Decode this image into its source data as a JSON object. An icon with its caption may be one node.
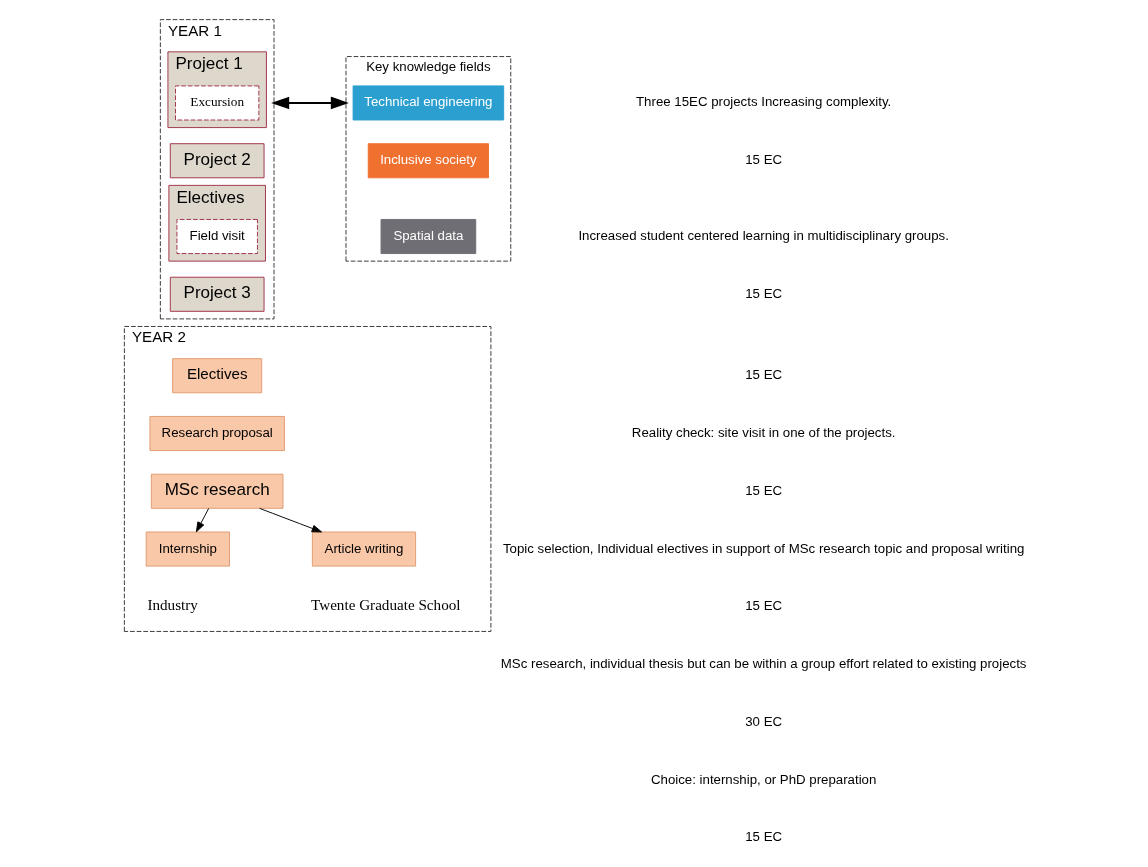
{
  "diagram": {
    "nodes": [
      {
        "text": [
          "YEAR 1"
        ]
      },
      {
        "text": [
          "Project 1"
        ],
        "in": 0
      },
      {
        "text": [
          "Excursion"
        ],
        "in": 1
      },
      {
        "text": [
          "Project 2"
        ],
        "in": 0
      },
      {
        "text": [
          "Electives"
        ],
        "in": 0
      },
      {
        "text": [
          "Field visit"
        ],
        "in": 4
      },
      {
        "text": [
          "Project 3"
        ],
        "in": 0
      },
      {
        "text": [
          "Key knowledge fields"
        ]
      },
      {
        "text": [
          "Technical engineering"
        ],
        "in": 7
      },
      {
        "text": [
          "Inclusive society"
        ],
        "in": 7
      },
      {
        "text": [
          "Spatial data"
        ],
        "in": 7
      },
      {
        "text": [
          "YEAR 2"
        ]
      },
      {
        "text": [
          "Electives"
        ],
        "in": 11
      },
      {
        "text": [
          "Research proposal"
        ],
        "in": 11
      },
      {
        "text": [
          "MSc research"
        ],
        "in": 11
      },
      {
        "text": [
          "Internship"
        ],
        "in": 11,
        "beside": [
          "Industry"
        ]
      },
      {
        "text": [
          "Article writing"
        ],
        "in": 11,
        "beside": [
          "Twente Graduate School"
        ]
      }
    ],
    "edges": [
      {
        "from": 0,
        "to": 7,
        "arrow": "both"
      },
      {
        "from": 14,
        "to": 15,
        "arrow": "to"
      },
      {
        "from": 14,
        "to": 16,
        "arrow": "to"
      }
    ],
    "labels": [
      "Three 15EC projects Increasing complexity.",
      "15 EC",
      "Increased student centered learning in multidisciplinary groups.",
      "15 EC",
      "15 EC",
      "Reality check: site visit in one of the projects.",
      "15 EC",
      "Topic selection, Individual electives in support of MSc research topic and proposal writing",
      "15 EC",
      "MSc research, individual thesis but can be within a group effort related to existing projects",
      "30 EC",
      "Choice: internship, or PhD preparation",
      "15 EC"
    ]
  }
}
